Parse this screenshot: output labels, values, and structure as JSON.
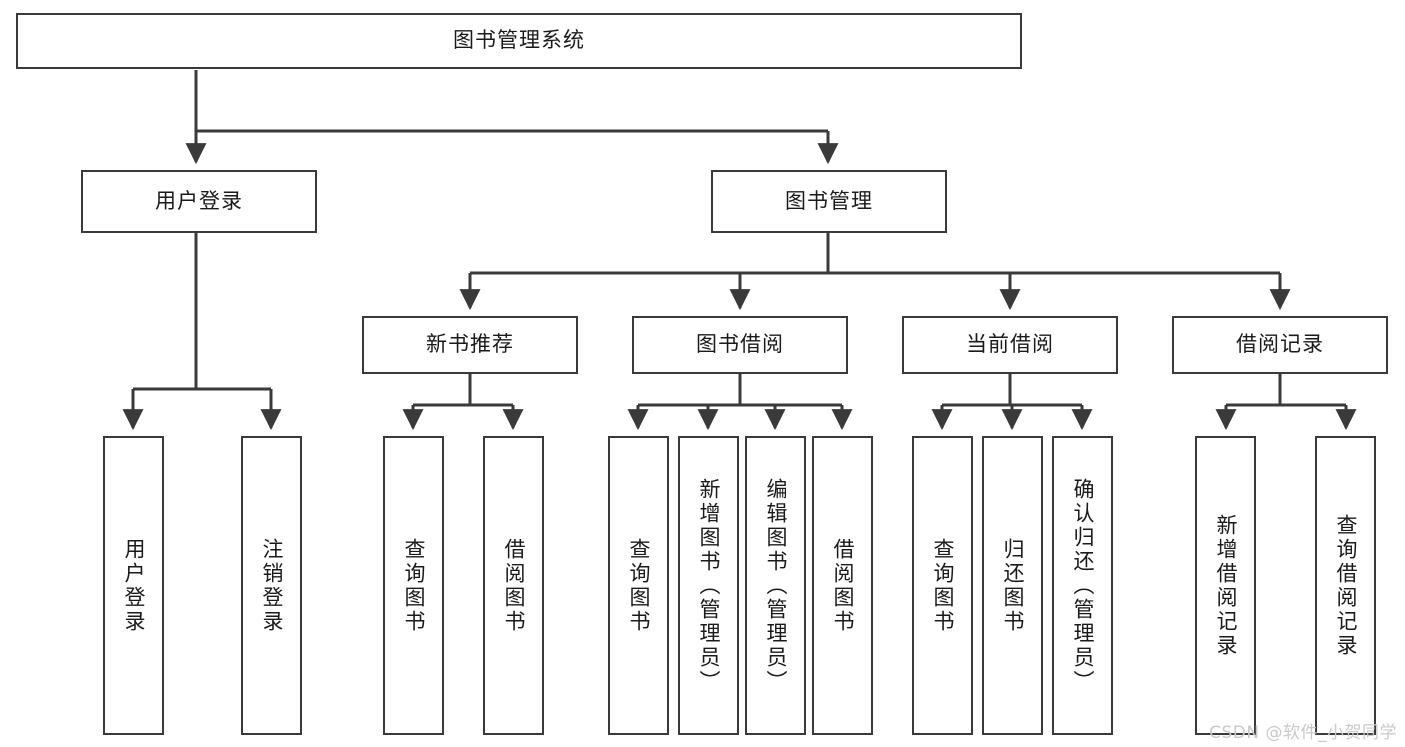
{
  "diagram": {
    "title": "图书管理系统",
    "type": "tree-hierarchy",
    "root": {
      "label": "图书管理系统"
    },
    "level1": [
      {
        "label": "用户登录"
      },
      {
        "label": "图书管理"
      }
    ],
    "level2": [
      {
        "label": "新书推荐"
      },
      {
        "label": "图书借阅"
      },
      {
        "label": "当前借阅"
      },
      {
        "label": "借阅记录"
      }
    ],
    "leaves_user_login": [
      {
        "label": "用户登录"
      },
      {
        "label": "注销登录"
      }
    ],
    "leaves_new_books": [
      {
        "label": "查询图书"
      },
      {
        "label": "借阅图书"
      }
    ],
    "leaves_borrow": [
      {
        "label": "查询图书"
      },
      {
        "label": "新增图书（管理员）"
      },
      {
        "label": "编辑图书（管理员）"
      },
      {
        "label": "借阅图书"
      }
    ],
    "leaves_current": [
      {
        "label": "查询图书"
      },
      {
        "label": "归还图书"
      },
      {
        "label": "确认归还（管理员）"
      }
    ],
    "leaves_records": [
      {
        "label": "新增借阅记录"
      },
      {
        "label": "查询借阅记录"
      }
    ]
  },
  "watermark": {
    "text": "CSDN @软件_小贺同学"
  },
  "colors": {
    "stroke": "#3a3a3a",
    "text": "#1a1a1a",
    "background": "#ffffff",
    "watermark": "#c9c9c9"
  }
}
